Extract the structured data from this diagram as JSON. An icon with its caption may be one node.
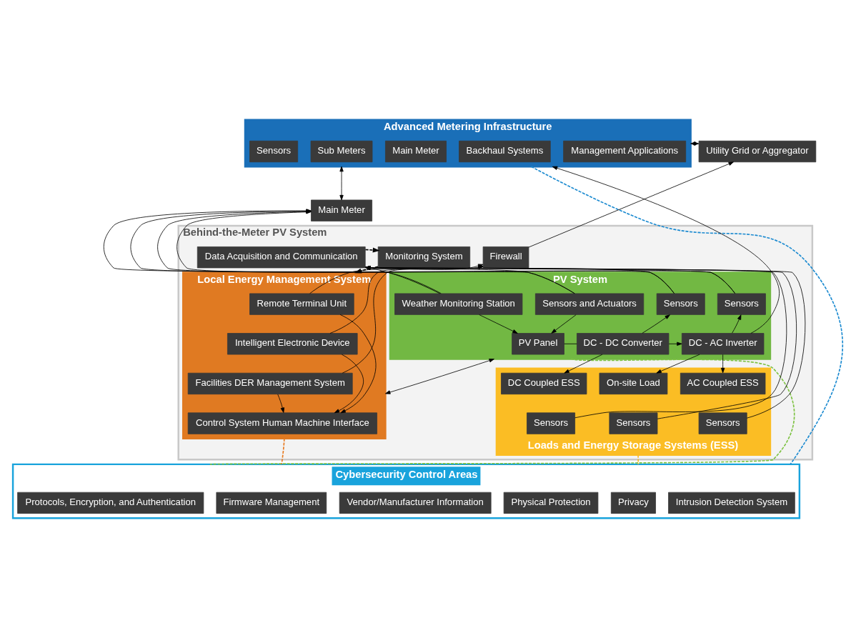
{
  "diagram": {
    "nodes": [
      {
        "text": [
          "Advanced Metering Infrastructure"
        ]
      },
      {
        "text": [
          "Sensors"
        ],
        "in": 0
      },
      {
        "text": [
          "Sub Meters"
        ],
        "in": 0
      },
      {
        "text": [
          "Main Meter"
        ],
        "in": 0
      },
      {
        "text": [
          "Backhaul Systems"
        ],
        "in": 0
      },
      {
        "text": [
          "Management Applications"
        ],
        "in": 0
      },
      {
        "text": [
          "Utility Grid or Aggregator"
        ]
      },
      {
        "text": [
          "Behind-the-Meter PV System"
        ]
      },
      {
        "text": [
          "Main Meter"
        ]
      },
      {
        "text": [
          "Data Acquisition and Communication"
        ],
        "in": 7
      },
      {
        "text": [
          "Monitoring System"
        ],
        "in": 7
      },
      {
        "text": [
          "Firewall"
        ],
        "in": 7
      },
      {
        "text": [
          "PV System"
        ],
        "in": 7
      },
      {
        "text": [
          "Weather Monitoring Station"
        ],
        "in": 12
      },
      {
        "text": [
          "Sensors and Actuators"
        ],
        "in": 12
      },
      {
        "text": [
          "Sensors"
        ],
        "in": 12
      },
      {
        "text": [
          "Sensors"
        ],
        "in": 12
      },
      {
        "text": [
          "PV Panel"
        ],
        "in": 12
      },
      {
        "text": [
          "DC - DC Converter"
        ],
        "in": 12
      },
      {
        "text": [
          "DC - AC Inverter"
        ],
        "in": 12
      },
      {
        "text": [
          "Loads and Energy Storage Systems (ESS)"
        ],
        "in": 7
      },
      {
        "text": [
          "DC Coupled ESS"
        ],
        "in": 20
      },
      {
        "text": [
          "On-site Load"
        ],
        "in": 20
      },
      {
        "text": [
          "AC Coupled ESS"
        ],
        "in": 20
      },
      {
        "text": [
          "Sensors"
        ],
        "in": 20
      },
      {
        "text": [
          "Sensors"
        ],
        "in": 20
      },
      {
        "text": [
          "Sensors"
        ],
        "in": 20
      },
      {
        "text": [
          "Local Energy Management System"
        ],
        "in": 7
      },
      {
        "text": [
          "Remote Terminal Unit"
        ],
        "in": 27
      },
      {
        "text": [
          "Intelligent Electronic Device"
        ],
        "in": 27
      },
      {
        "text": [
          "Facilities DER Management System"
        ],
        "in": 27
      },
      {
        "text": [
          "Control System Human Machine Interface"
        ],
        "in": 27
      },
      {
        "text": [
          "Cybersecurity Control Areas"
        ]
      },
      {
        "text": [
          "Protocols, Encryption, and Authentication"
        ],
        "in": 32
      },
      {
        "text": [
          "Physical Protection"
        ],
        "in": 32
      },
      {
        "text": [
          "Privacy"
        ],
        "in": 32
      },
      {
        "text": [
          "Intrusion Detection System"
        ],
        "in": 32
      },
      {
        "text": [
          "Firmware Management"
        ],
        "in": 32
      },
      {
        "text": [
          "Vendor/Manufacturer Information"
        ],
        "in": 32
      }
    ],
    "edges": [
      {
        "from": 8,
        "to": 0,
        "arrow": "both"
      },
      {
        "from": 0,
        "to": 6,
        "arrow": "both"
      },
      {
        "from": 11,
        "to": 6,
        "arrow": "to"
      },
      {
        "from": 13,
        "to": 8,
        "arrow": "to"
      },
      {
        "from": 14,
        "to": 8,
        "arrow": "to"
      },
      {
        "from": 15,
        "to": 8,
        "arrow": "to"
      },
      {
        "from": 16,
        "to": 8,
        "arrow": "to"
      },
      {
        "from": 13,
        "to": 9,
        "arrow": "to"
      },
      {
        "from": 14,
        "to": 9,
        "arrow": "to"
      },
      {
        "from": 15,
        "to": 9,
        "arrow": "to"
      },
      {
        "from": 16,
        "to": 9,
        "arrow": "to"
      },
      {
        "from": 13,
        "to": 17,
        "arrow": "to"
      },
      {
        "from": 14,
        "to": 17,
        "arrow": "to"
      },
      {
        "from": 17,
        "to": 18,
        "arrow": "none"
      },
      {
        "from": 18,
        "to": 15,
        "arrow": "to"
      },
      {
        "from": 18,
        "to": 19,
        "arrow": "to"
      },
      {
        "from": 19,
        "to": 16,
        "arrow": "to"
      },
      {
        "from": 18,
        "to": 21,
        "arrow": "to"
      },
      {
        "from": 19,
        "to": 22,
        "arrow": "to"
      },
      {
        "from": 19,
        "to": 23,
        "arrow": "to"
      },
      {
        "from": 19,
        "to": 0,
        "arrow": "to"
      },
      {
        "from": 24,
        "to": 9,
        "arrow": "to"
      },
      {
        "from": 25,
        "to": 9,
        "arrow": "to"
      },
      {
        "from": 26,
        "to": 9,
        "arrow": "to"
      },
      {
        "from": 9,
        "to": 10,
        "arrow": "to",
        "style": "dashed"
      },
      {
        "from": 10,
        "to": 27,
        "arrow": "to",
        "style": "dashed"
      },
      {
        "from": 28,
        "to": 11,
        "arrow": "to"
      },
      {
        "from": 29,
        "to": 11,
        "arrow": "to"
      },
      {
        "from": 30,
        "to": 11,
        "arrow": "to"
      },
      {
        "from": 28,
        "to": 31,
        "arrow": "to"
      },
      {
        "from": 29,
        "to": 31,
        "arrow": "to"
      },
      {
        "from": 30,
        "to": 31,
        "arrow": "to"
      },
      {
        "from": 12,
        "to": 27,
        "arrow": "both"
      },
      {
        "from": 12,
        "to": 32,
        "arrow": "none",
        "style": "dashed",
        "color": "#7dc242"
      },
      {
        "from": 20,
        "to": 32,
        "arrow": "none",
        "style": "dashed",
        "color": "#fbb923"
      },
      {
        "from": 0,
        "to": 32,
        "arrow": "none",
        "style": "dashed",
        "color": "#1b8ad0"
      },
      {
        "from": 27,
        "to": 32,
        "arrow": "none",
        "style": "dashed",
        "color": "#e8791e"
      }
    ]
  }
}
